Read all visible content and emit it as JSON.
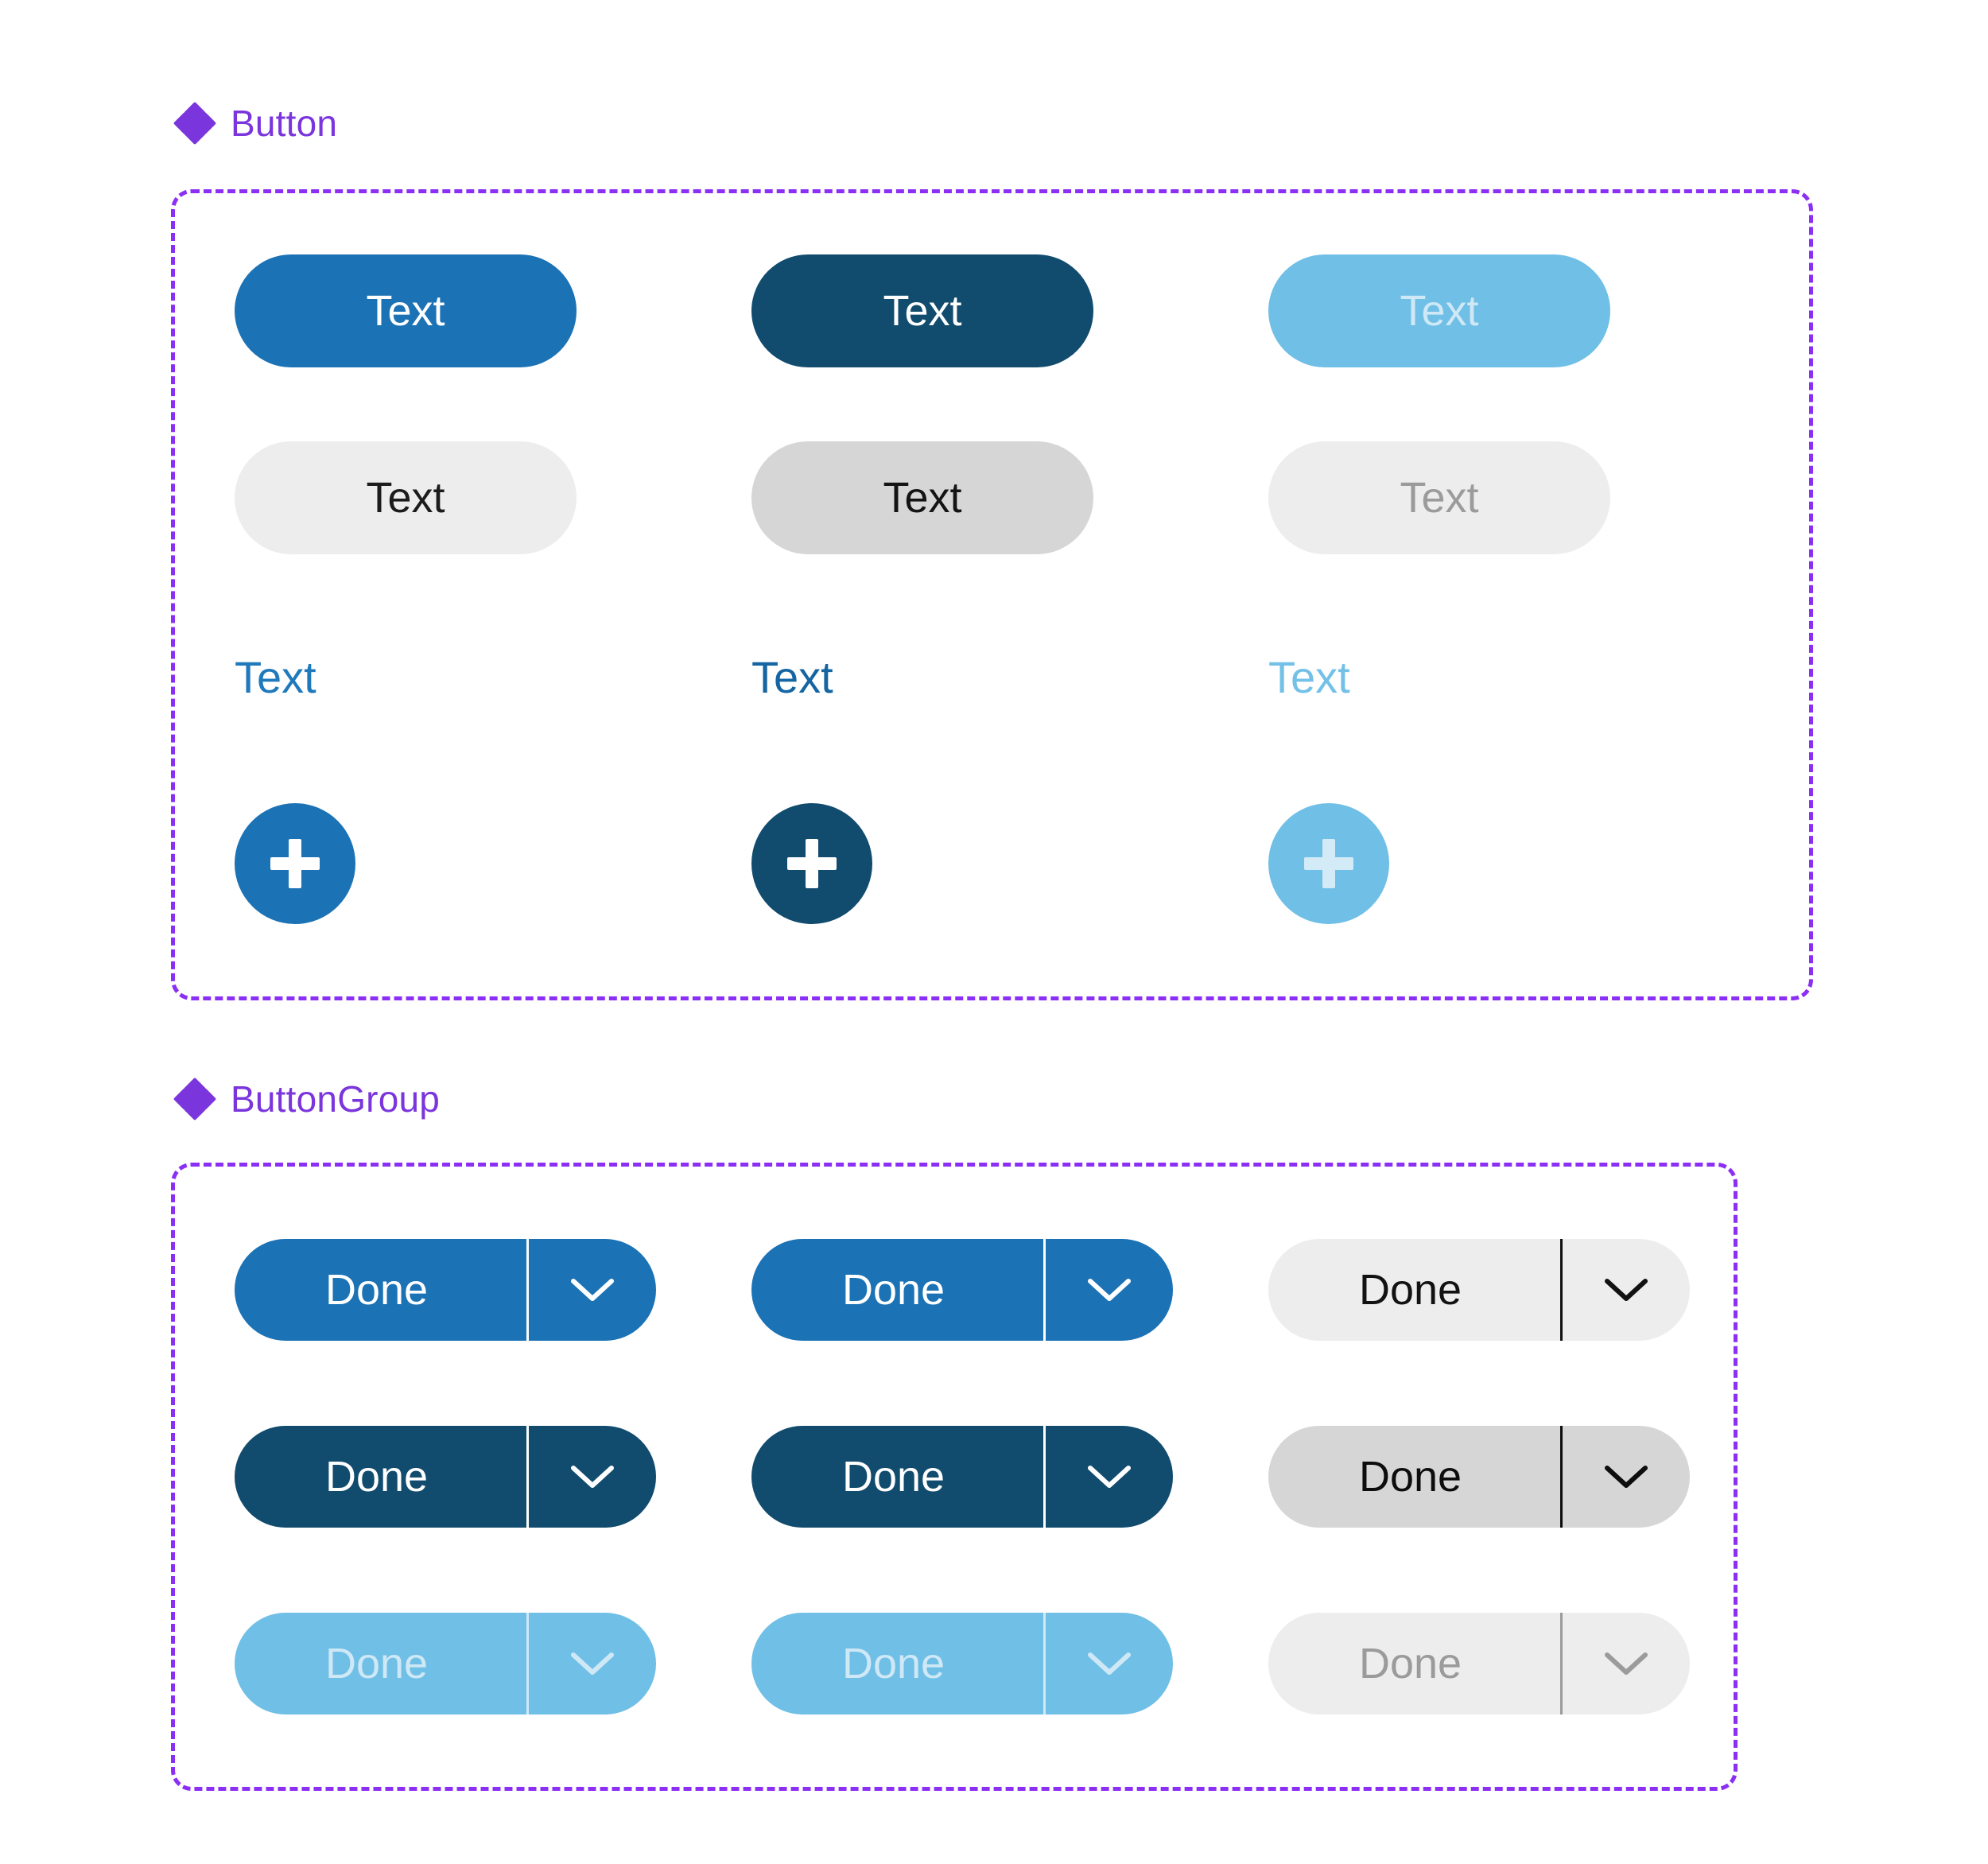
{
  "sections": [
    {
      "id": "button",
      "icon": "figma-component-diamond-icon",
      "title": "Button",
      "accent": "#7b35dd",
      "frame_border": "#8b2ff5",
      "rows": [
        {
          "id": "filled-primary-row",
          "kind": "pill",
          "buttons": [
            {
              "label": "Text",
              "variant": "primary",
              "bg": "#1b72b5",
              "fg": "#ffffff",
              "state": "default"
            },
            {
              "label": "Text",
              "variant": "dark",
              "bg": "#114b6e",
              "fg": "#ffffff",
              "state": "hover"
            },
            {
              "label": "Text",
              "variant": "light-blue",
              "bg": "#70bfe6",
              "fg": "#cfe8f6",
              "state": "disabled"
            }
          ]
        },
        {
          "id": "filled-grey-row",
          "kind": "pill",
          "buttons": [
            {
              "label": "Text",
              "variant": "grey",
              "bg": "#ededed",
              "fg": "#1c1c1c",
              "state": "default"
            },
            {
              "label": "Text",
              "variant": "grey-dark",
              "bg": "#d6d6d6",
              "fg": "#141414",
              "state": "hover"
            },
            {
              "label": "Text",
              "variant": "grey-dis",
              "bg": "#ededed",
              "fg": "#9b9b9b",
              "state": "disabled"
            }
          ]
        },
        {
          "id": "text-link-row",
          "kind": "text",
          "buttons": [
            {
              "label": "Text",
              "variant": "link-primary",
              "fg": "#1f79bb",
              "state": "default"
            },
            {
              "label": "Text",
              "variant": "link-dark",
              "fg": "#1565a3",
              "state": "hover"
            },
            {
              "label": "Text",
              "variant": "link-light",
              "fg": "#74c1e8",
              "state": "disabled"
            }
          ]
        },
        {
          "id": "fab-row",
          "kind": "fab",
          "buttons": [
            {
              "icon": "plus-icon",
              "variant": "fab-primary",
              "bg": "#1b72b5",
              "fg": "#ffffff",
              "state": "default"
            },
            {
              "icon": "plus-icon",
              "variant": "fab-dark",
              "bg": "#114b6e",
              "fg": "#ffffff",
              "state": "hover"
            },
            {
              "icon": "plus-icon",
              "variant": "fab-light",
              "bg": "#70bfe6",
              "fg": "#d3eaf7",
              "state": "disabled"
            }
          ]
        }
      ]
    },
    {
      "id": "buttongroup",
      "icon": "figma-component-diamond-icon",
      "title": "ButtonGroup",
      "accent": "#7b35dd",
      "frame_border": "#8b2ff5",
      "rows": [
        {
          "id": "group-primary-row",
          "groups": [
            {
              "label": "Done",
              "arrow_icon": "chevron-down-icon",
              "variant": "grp-primary",
              "bg": "#1b72b5",
              "fg": "#ffffff",
              "divider": "#ffffff",
              "state": "default"
            },
            {
              "label": "Done",
              "arrow_icon": "chevron-down-icon",
              "variant": "grp-primary",
              "bg": "#1b72b5",
              "fg": "#ffffff",
              "divider": "#ffffff",
              "state": "hover"
            },
            {
              "label": "Done",
              "arrow_icon": "chevron-down-icon",
              "variant": "grp-grey",
              "bg": "#ededed",
              "fg": "#121212",
              "divider": "#111111",
              "state": "default"
            }
          ]
        },
        {
          "id": "group-dark-row",
          "groups": [
            {
              "label": "Done",
              "arrow_icon": "chevron-down-icon",
              "variant": "grp-dark",
              "bg": "#114b6e",
              "fg": "#ffffff",
              "divider": "#ffffff",
              "state": "default"
            },
            {
              "label": "Done",
              "arrow_icon": "chevron-down-icon",
              "variant": "grp-dark",
              "bg": "#114b6e",
              "fg": "#ffffff",
              "divider": "#ffffff",
              "state": "hover"
            },
            {
              "label": "Done",
              "arrow_icon": "chevron-down-icon",
              "variant": "grp-greydark",
              "bg": "#d6d6d6",
              "fg": "#0d0d0d",
              "divider": "#0d0d0d",
              "state": "hover"
            }
          ]
        },
        {
          "id": "group-disabled-row",
          "groups": [
            {
              "label": "Done",
              "arrow_icon": "chevron-down-icon",
              "variant": "grp-lightblue",
              "bg": "#70bfe6",
              "fg": "#cfe8f6",
              "divider": "#cfe8f6",
              "state": "disabled"
            },
            {
              "label": "Done",
              "arrow_icon": "chevron-down-icon",
              "variant": "grp-lightblue",
              "bg": "#70bfe6",
              "fg": "#cfe8f6",
              "divider": "#cfe8f6",
              "state": "disabled"
            },
            {
              "label": "Done",
              "arrow_icon": "chevron-down-icon",
              "variant": "grp-greydis",
              "bg": "#ededed",
              "fg": "#9b9b9b",
              "divider": "#9b9b9b",
              "state": "disabled"
            }
          ]
        }
      ]
    }
  ]
}
